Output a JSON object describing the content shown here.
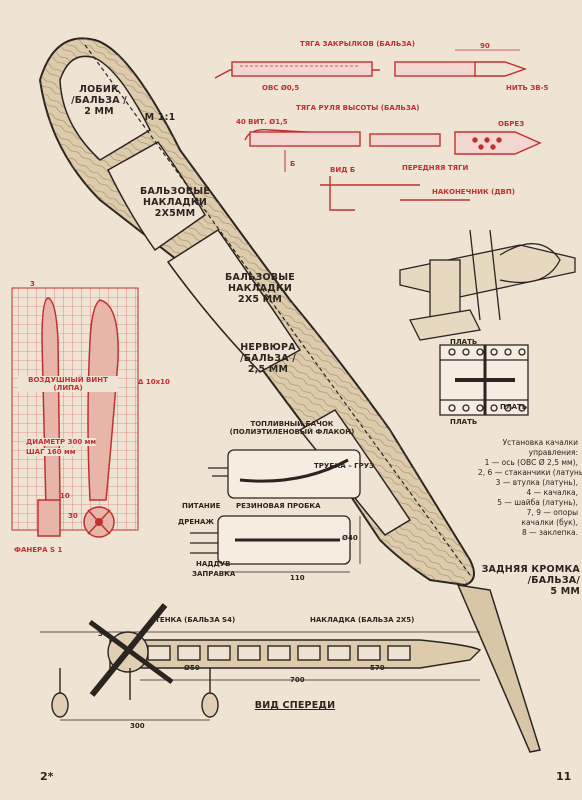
{
  "labels": {
    "lobik": "ЛОБИК\n/БАЛЬЗА /\n2 ММ",
    "scale": "М 1:1",
    "overlays1": "БАЛЬЗОВЫЕ\nНАКЛАДКИ\n2Х5ММ",
    "overlays2": "БАЛЬЗОВЫЕ\nНАКЛАДКИ\n2Х5 ММ",
    "rib": "НЕРВЮРА\n/БАЛЬЗА /\n2,5 ММ",
    "trailing_edge": "ЗАДНЯЯ КРОМКА\n/БАЛЬЗА/\n5 ММ",
    "flap_rod": "ТЯГА ЗАКРЫЛКОВ (БАЛЬЗА)",
    "flap_dim": "90",
    "flap_wire": "ОВС Ø0,5",
    "flap_thread": "НИТЬ ЗВ-5",
    "elev_rod": "ТЯГА РУЛЯ ВЫСОТЫ (БАЛЬЗА)",
    "elev_wind": "40 ВИТ. Ø1,5",
    "elev_b": "Б",
    "elev_view": "ВИД Б",
    "elev_front": "ПЕРЕДНЯЯ ТЯГИ",
    "elev_tip": "НАКОНЕЧНИК (ДВП)",
    "elev_drill": "ОБРЕЗ",
    "prop_title": "ВОЗДУШНЫЙ ВИНТ\n(ЛИПА)",
    "prop_diam": "ДИАМЕТР 300 мм",
    "prop_pitch": "ШАГ 160 мм",
    "prop_plywood": "ФАНЕРА S 1",
    "prop_3": "3",
    "prop_10": "10",
    "prop_30": "30",
    "prop_side": "Δ 10х10",
    "tank_title": "ТОПЛИВНЫЙ БАЧОК\n(ПОЛИЭТИЛЕНОВЫЙ ФЛАКОН)",
    "tank_tube": "ТРУБКА – ГРУЗ",
    "tank_plug": "РЕЗИНОВАЯ ПРОБКА",
    "tank_feed": "ПИТАНИЕ",
    "tank_drain": "ДРЕНАЖ",
    "tank_boost": "НАДДУВ",
    "tank_fill": "ЗАПРАВКА",
    "tank_d": "Ø40",
    "tank_len": "110",
    "bell_plate": "ПЛАТЬ",
    "bell_plate2": "ПЛАТЬ",
    "bell_plate3": "ПЛАТЬ",
    "front_wall": "СТЕНКА (БАЛЬЗА S4)",
    "front_overlay": "НАКЛАДКА (БАЛЬЗА 2Х5)",
    "front_d50": "Ø50",
    "front_570": "570",
    "front_700": "700",
    "front_300": "300",
    "front_30": "30",
    "front_view": "ВИД СПЕРЕДИ",
    "page_left": "2*",
    "page_right": "11"
  },
  "legend": [
    "Установка качалки",
    "управления:",
    "1 — ось (ОВС Ø 2,5 мм),",
    "2, 6 — стаканчики (латунь),",
    "3 — втулка (латунь),",
    "4 — качалка,",
    "5 — шайба (латунь),",
    "7, 9 — опоры",
    "качалки (бук),",
    "8 — заклепка."
  ],
  "colors": {
    "paper": "#efe3d3",
    "ink": "#2b2522",
    "red": "#c03030",
    "wood": "#d9c6a6"
  }
}
